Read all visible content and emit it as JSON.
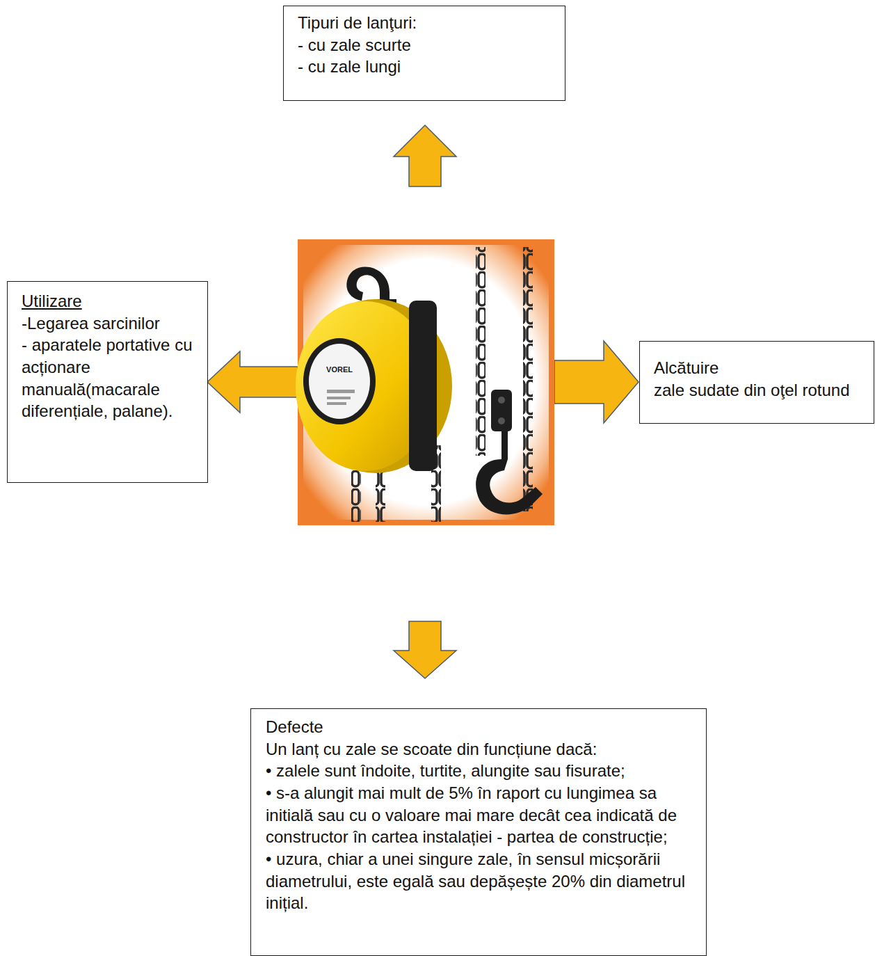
{
  "diagram": {
    "nodes": [
      {
        "text": [
          "Tipuri de lanţuri:",
          "- cu zale scurte",
          "- cu zale lungi"
        ]
      },
      {
        "text": [
          "Utilizare",
          "-Legarea sarcinilor",
          "- aparatele portative cu acționare manuală(macarale diferențiale, palane)."
        ]
      },
      {
        "text": [
          "Alcătuire",
          "zale sudate din oţel rotund"
        ]
      },
      {
        "text": [
          "Defecte",
          "Un lanț cu zale se scoate din funcțiune dacă:",
          "• zalele sunt îndoite, turtite, alungite sau fisurate;",
          "• s-a alungit mai mult de 5% în raport cu lungimea sa initială sau cu o valoare mai mare decât cea indicată de constructor în cartea instalației - partea de construcție;",
          "• uzura, chiar a unei singure zale, în sensul micșorării diametrului, este egală sau depășește 20% din diametrul inițial."
        ]
      }
    ],
    "labels": [
      "VOREL"
    ]
  }
}
